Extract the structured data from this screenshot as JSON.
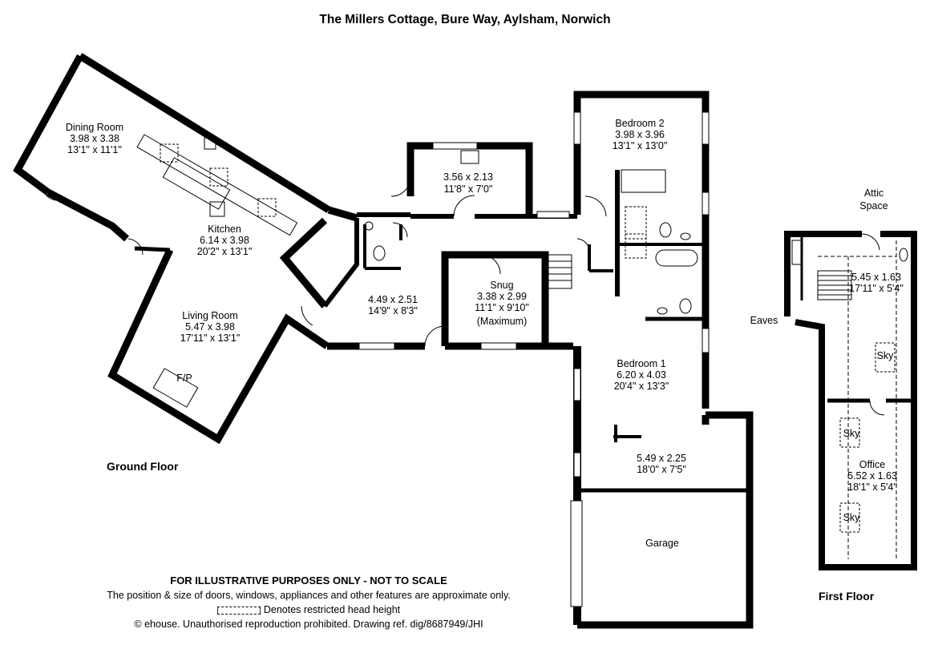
{
  "title": "The Millers Cottage, Bure Way, Aylsham, Norwich",
  "floors": {
    "ground": "Ground Floor",
    "first": "First Floor"
  },
  "rooms": {
    "dining": {
      "name": "Dining Room",
      "metric": "3.98 x 3.38",
      "imperial": "13'1\" x 11'1\""
    },
    "kitchen": {
      "name": "Kitchen",
      "metric": "6.14 x 3.98",
      "imperial": "20'2\" x 13'1\""
    },
    "living": {
      "name": "Living Room",
      "metric": "5.47 x 3.98",
      "imperial": "17'11\" x 13'1\"",
      "fireplace": "F/P"
    },
    "utility": {
      "metric": "3.56 x 2.13",
      "imperial": "11'8\" x 7'0\""
    },
    "hall": {
      "metric": "4.49 x 2.51",
      "imperial": "14'9\" x 8'3\""
    },
    "snug": {
      "name": "Snug",
      "metric": "3.38 x 2.99",
      "imperial": "11'1\" x 9'10\"",
      "note": "(Maximum)"
    },
    "bedroom2": {
      "name": "Bedroom 2",
      "metric": "3.98 x 3.96",
      "imperial": "13'1\" x 13'0\""
    },
    "bedroom1": {
      "name": "Bedroom 1",
      "metric": "6.20 x 4.03",
      "imperial": "20'4\" x 13'3\""
    },
    "lobby": {
      "metric": "5.49 x 2.25",
      "imperial": "18'0\" x 7'5\""
    },
    "garage": {
      "name": "Garage"
    },
    "attic": {
      "name": "Attic Space",
      "line1": "Attic",
      "line2": "Space"
    },
    "firstfloor_room": {
      "metric": "5.45 x 1.63",
      "imperial": "17'11\" x 5'4\""
    },
    "office": {
      "name": "Office",
      "metric": "5.52 x 1.63",
      "imperial": "18'1\" x 5'4\""
    },
    "eaves": "Eaves",
    "sky": "Sky"
  },
  "disclaimer": {
    "line1": "FOR ILLUSTRATIVE PURPOSES ONLY - NOT TO SCALE",
    "line2": "The position & size of doors, windows, appliances and other features are approximate only.",
    "line3": "Denotes restricted head height",
    "line4": "© ehouse. Unauthorised reproduction prohibited. Drawing ref. dig/8687949/JHI"
  }
}
